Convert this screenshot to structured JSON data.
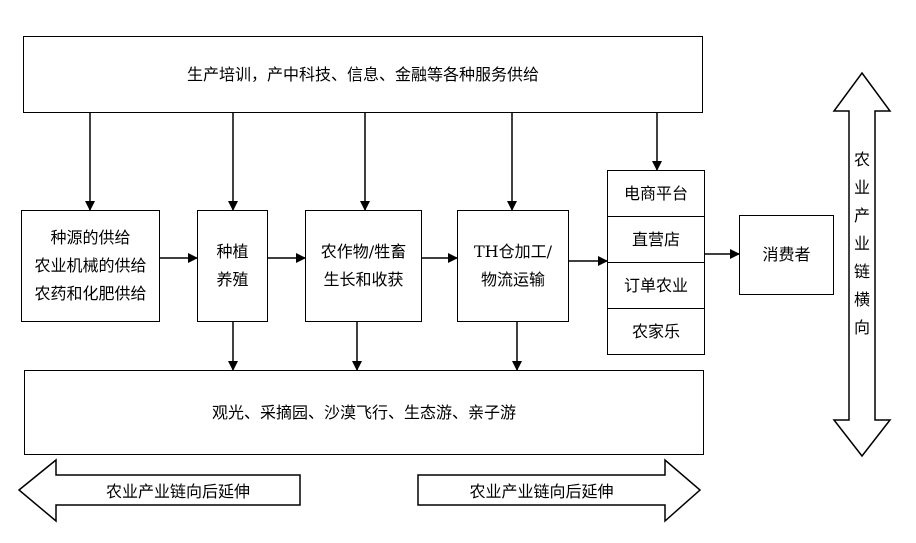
{
  "top_box": "生产培训，产中科技、信息、金融等各种服务供给",
  "supply_box": [
    "种源的供给",
    "农业机械的供给",
    "农药和化肥供给"
  ],
  "planting_box": [
    "种植",
    "养殖"
  ],
  "growth_box": [
    "农作物/牲畜",
    "生长和收获"
  ],
  "processing_box": [
    "TH仓加工/",
    "物流运输"
  ],
  "channels": [
    "电商平台",
    "直营店",
    "订单农业",
    "农家乐"
  ],
  "consumer_box": "消费者",
  "bottom_box": "观光、采摘园、沙漠飞行、生态游、亲子游",
  "arrow_left_label": "农业产业链向后延伸",
  "arrow_right_label": "农业产业链向后延伸",
  "vertical_arrow_label": [
    "农",
    "业",
    "产",
    "业",
    "链",
    "横",
    "向"
  ]
}
